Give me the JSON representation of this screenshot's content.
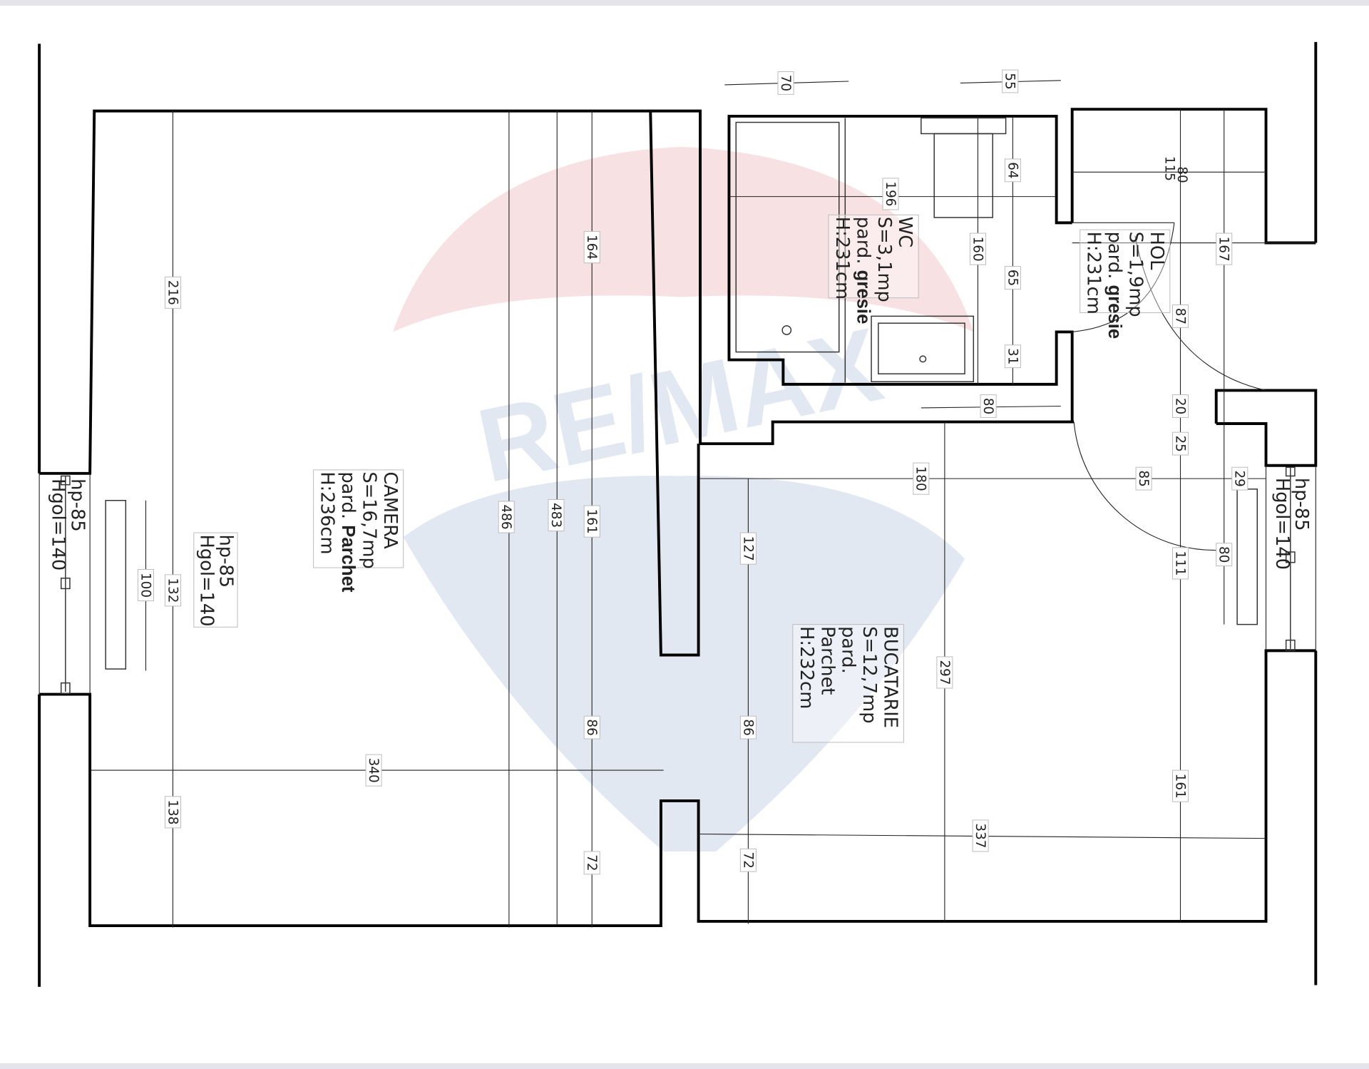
{
  "watermark": {
    "brand": "RE/MAX",
    "red": "#f2c9cc",
    "blue": "#c9d6e8"
  },
  "rooms": {
    "camera": {
      "name": "CAMERA",
      "area": "S=16,7mp",
      "floor_prefix": "pard.",
      "floor": "Parchet",
      "height": "H:236cm"
    },
    "wc": {
      "name": "WC",
      "area": "S=3,1mp",
      "floor_prefix": "pard.",
      "floor": "gresie",
      "height": "H:231cm"
    },
    "hol": {
      "name": "HOL",
      "area": "S=1,9mp",
      "floor_prefix": "pard.",
      "floor": "gresie",
      "height": "H:231cm"
    },
    "bucatarie": {
      "name": "BUCATARIE",
      "area": "S=12,7mp",
      "floor_prefix": "pard.",
      "floor": "Parchet",
      "height": "H:232cm"
    }
  },
  "windows": [
    {
      "hp": "hp-85",
      "hgol": "Hgol=140"
    },
    {
      "hp": "hp-85",
      "hgol": "Hgol=140"
    },
    {
      "hp": "hp-85",
      "hgol": "Hgol=140"
    }
  ],
  "dims": [
    "70",
    "55",
    "196",
    "64",
    "160",
    "65",
    "31",
    "80",
    "115",
    "80",
    "167",
    "87",
    "20",
    "25",
    "29",
    "85",
    "180",
    "111",
    "80",
    "216",
    "164",
    "486",
    "483",
    "161",
    "127",
    "100",
    "132",
    "297",
    "86",
    "86",
    "340",
    "138",
    "161",
    "337",
    "72",
    "72"
  ]
}
